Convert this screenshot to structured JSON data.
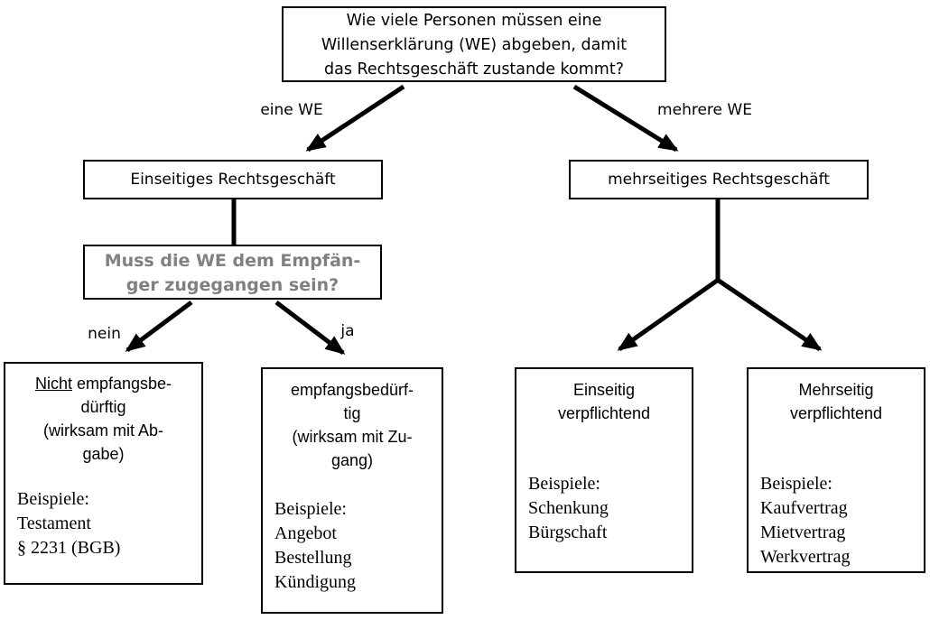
{
  "colors": {
    "line": "#000000",
    "muted_question_text": "#808080",
    "background": "#ffffff"
  },
  "diagram": {
    "question_box": {
      "lines": [
        "Wie viele Personen müssen eine",
        "Willenserklärung (WE) abgeben, damit",
        "das Rechtsgeschäft zustande kommt?"
      ]
    },
    "edge_labels": {
      "eine_we": "eine WE",
      "mehrere_we": "mehrere WE",
      "nein": "nein",
      "ja": "ja"
    },
    "einseitiges_box": {
      "label": "Einseitiges Rechtsgeschäft"
    },
    "mehrseitiges_box": {
      "label": "mehrseitiges Rechtsgeschäft"
    },
    "empfaenger_frage_box": {
      "lines": [
        "Muss die WE dem Empfän-",
        "ger zugegangen sein?"
      ]
    },
    "nicht_empfangsbeduerftig_box": {
      "heading_underline": "Nicht",
      "heading_after_underline": " empfangsbe-",
      "heading_lines": [
        "dürftig",
        "(wirksam mit Ab-",
        "gabe)"
      ],
      "examples_heading": "Beispiele:",
      "examples": [
        "Testament",
        "§ 2231 (BGB)"
      ]
    },
    "empfangsbeduerftig_box": {
      "heading_lines": [
        "empfangsbedürf-",
        "tig",
        "(wirksam mit Zu-",
        "gang)"
      ],
      "examples_heading": "Beispiele:",
      "examples": [
        "Angebot",
        "Bestellung",
        "Kündigung"
      ]
    },
    "einseitig_verpflichtend_box": {
      "heading_lines": [
        "Einseitig",
        "verpflichtend"
      ],
      "examples_heading": "Beispiele:",
      "examples": [
        "Schenkung",
        "Bürgschaft"
      ]
    },
    "mehrseitig_verpflichtend_box": {
      "heading_lines": [
        "Mehrseitig",
        "verpflichtend"
      ],
      "examples_heading": "Beispiele:",
      "examples": [
        "Kaufvertrag",
        "Mietvertrag",
        "Werkvertrag"
      ]
    }
  }
}
